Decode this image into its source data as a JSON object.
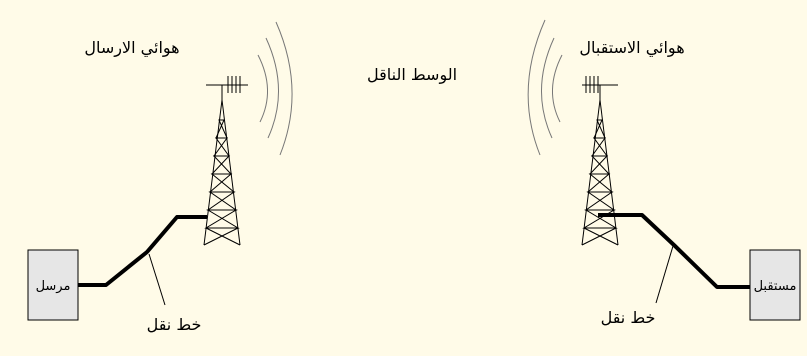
{
  "labels": {
    "tx_antenna": "هوائي الارسال",
    "rx_antenna": "هوائي الاستقبال",
    "medium": "الوسط الناقل",
    "tx_line": "خط نقل",
    "rx_line": "خط نقل",
    "sender": "مرسل",
    "receiver": "مستقبل"
  },
  "colors": {
    "background": "#fffbe8",
    "box_fill": "#e6e6e6",
    "line": "#000000",
    "wave": "#777777"
  }
}
